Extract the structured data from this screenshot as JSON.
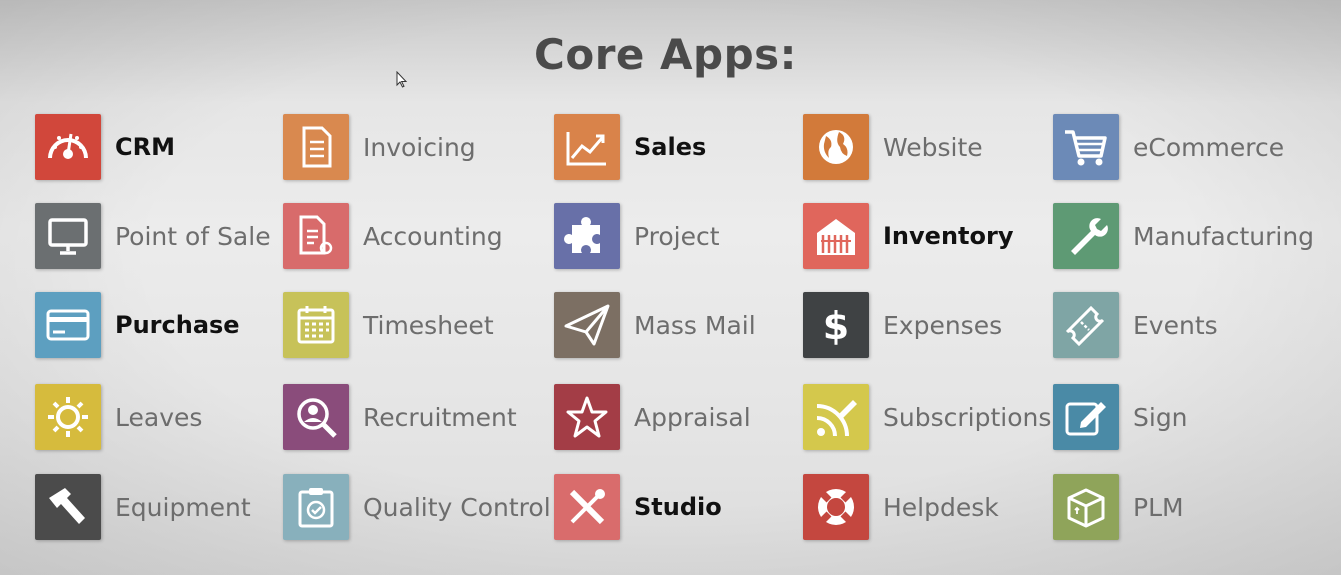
{
  "title": "Core Apps:",
  "apps": [
    {
      "label": "CRM",
      "bold": true,
      "color": "#d1473b",
      "icon": "gauge-icon"
    },
    {
      "label": "Invoicing",
      "bold": false,
      "color": "#d9894f",
      "icon": "document-icon"
    },
    {
      "label": "Sales",
      "bold": true,
      "color": "#d9834a",
      "icon": "chart-up-icon"
    },
    {
      "label": "Website",
      "bold": false,
      "color": "#d27a3a",
      "icon": "globe-icon"
    },
    {
      "label": "eCommerce",
      "bold": false,
      "color": "#6c8ab7",
      "icon": "cart-icon"
    },
    {
      "label": "Point of Sale",
      "bold": false,
      "color": "#6b6f71",
      "icon": "monitor-icon"
    },
    {
      "label": "Accounting",
      "bold": false,
      "color": "#d86b6b",
      "icon": "document-gear-icon"
    },
    {
      "label": "Project",
      "bold": false,
      "color": "#6870a8",
      "icon": "puzzle-icon"
    },
    {
      "label": "Inventory",
      "bold": true,
      "color": "#e0665c",
      "icon": "warehouse-icon"
    },
    {
      "label": "Manufacturing",
      "bold": false,
      "color": "#5e9a74",
      "icon": "wrench-icon"
    },
    {
      "label": "Purchase",
      "bold": true,
      "color": "#5d9fc0",
      "icon": "credit-card-icon"
    },
    {
      "label": "Timesheet",
      "bold": false,
      "color": "#c7c259",
      "icon": "calendar-icon"
    },
    {
      "label": "Mass Mail",
      "bold": false,
      "color": "#7c6f63",
      "icon": "paper-plane-icon"
    },
    {
      "label": "Expenses",
      "bold": false,
      "color": "#3f4244",
      "icon": "dollar-icon"
    },
    {
      "label": "Events",
      "bold": false,
      "color": "#7fa5a5",
      "icon": "ticket-icon"
    },
    {
      "label": "Leaves",
      "bold": false,
      "color": "#d6bb3d",
      "icon": "sun-icon"
    },
    {
      "label": "Recruitment",
      "bold": false,
      "color": "#8a4c7b",
      "icon": "magnifier-person-icon"
    },
    {
      "label": "Appraisal",
      "bold": false,
      "color": "#a33d46",
      "icon": "star-icon"
    },
    {
      "label": "Subscriptions",
      "bold": false,
      "color": "#d4c84c",
      "icon": "rss-pencil-icon"
    },
    {
      "label": "Sign",
      "bold": false,
      "color": "#4a8aa6",
      "icon": "edit-icon"
    },
    {
      "label": "Equipment",
      "bold": false,
      "color": "#4b4b4b",
      "icon": "hammer-icon"
    },
    {
      "label": "Quality Control",
      "bold": false,
      "color": "#88b0bc",
      "icon": "clipboard-check-icon"
    },
    {
      "label": "Studio",
      "bold": true,
      "color": "#d96c6c",
      "icon": "tools-icon"
    },
    {
      "label": "Helpdesk",
      "bold": false,
      "color": "#c4473f",
      "icon": "lifebuoy-icon"
    },
    {
      "label": "PLM",
      "bold": false,
      "color": "#8fa45a",
      "icon": "box-icon"
    }
  ]
}
